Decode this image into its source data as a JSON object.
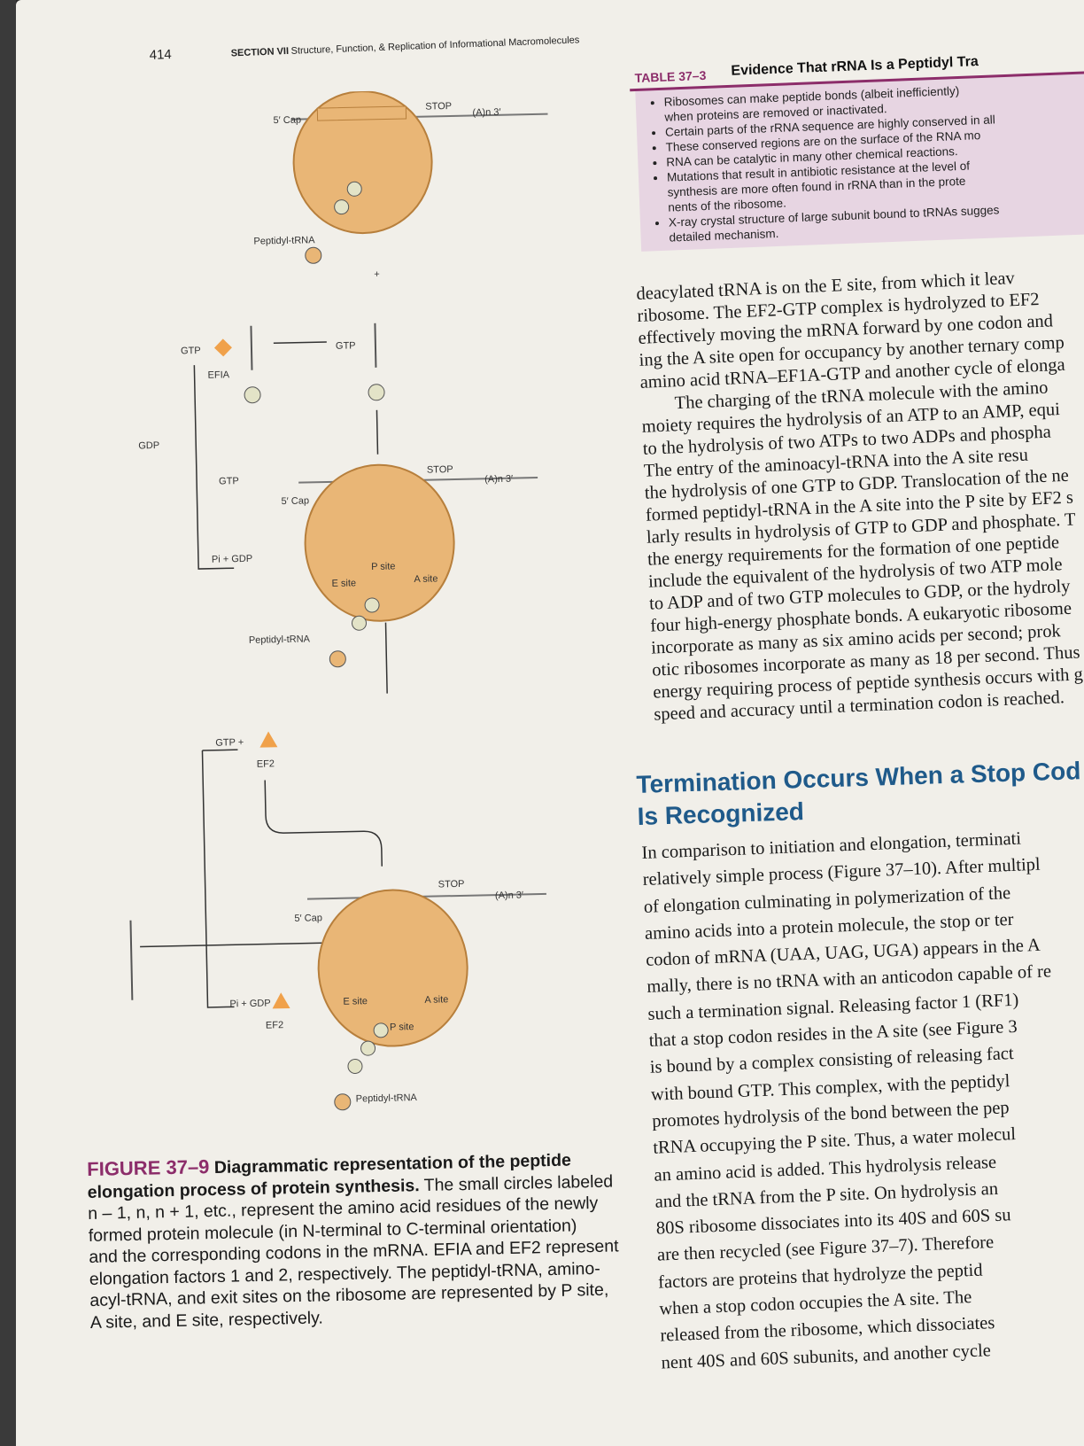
{
  "header": {
    "page_number": "414",
    "section": "SECTION VII",
    "section_title": "Structure, Function, & Replication of Informational Macromolecules"
  },
  "table": {
    "label": "TABLE 37–3",
    "title": "Evidence That rRNA Is a Peptidyl Tra",
    "items": [
      "Ribosomes can make peptide bonds (albeit inefficiently)",
      "when proteins are removed or inactivated.",
      "Certain parts of the rRNA sequence are highly conserved in all",
      "These conserved regions are on the surface of the RNA mo",
      "RNA can be catalytic in many other chemical reactions.",
      "Mutations that result in antibiotic resistance at the level of",
      "synthesis are more often found in rRNA than in the prote",
      "nents of the ribosome.",
      "X-ray crystal structure of large subunit bound to tRNAs sugges",
      "detailed mechanism."
    ]
  },
  "body1": [
    "deacylated tRNA is on the E site, from which it leav",
    "ribosome. The EF2-GTP complex is hydrolyzed to EF2",
    "effectively moving the mRNA forward by one codon and",
    "ing the A site open for occupancy by another ternary comp",
    "amino acid tRNA–EF1A-GTP and another cycle of elonga",
    "The charging of the tRNA molecule with the amino",
    "moiety requires the hydrolysis of an ATP to an AMP, equi",
    "to the hydrolysis of two ATPs to two ADPs and phospha",
    "The entry of the aminoacyl-tRNA into the A site resu",
    "the hydrolysis of one GTP to GDP. Translocation of the ne",
    "formed peptidyl-tRNA in the A site into the P site by EF2 s",
    "larly results in hydrolysis of GTP to GDP and phosphate. T",
    "the energy requirements for the formation of one peptide",
    "include the equivalent of the hydrolysis of two ATP mole",
    "to ADP and of two GTP molecules to GDP, or the hydroly",
    "four high-energy phosphate bonds. A eukaryotic ribosome",
    "incorporate as many as six amino acids per second; prok",
    "otic ribosomes incorporate as many as 18 per second. Thus",
    "energy requiring process of peptide synthesis occurs with g",
    "speed and accuracy until a termination codon is reached."
  ],
  "heading": [
    "Termination Occurs When a Stop Cod",
    "Is Recognized"
  ],
  "body2": [
    "In comparison to initiation and elongation, terminati",
    "relatively simple process (Figure 37–10). After multipl",
    "of elongation culminating in polymerization of the",
    "amino acids into a protein molecule, the stop or ter",
    "codon of mRNA (UAA, UAG, UGA) appears in the A",
    "mally, there is no tRNA with an anticodon capable of re",
    "such a termination signal. Releasing factor 1 (RF1)",
    "that a stop codon resides in the A site (see Figure 3",
    "is bound by a complex consisting of releasing fact",
    "with bound GTP. This complex, with the peptidyl",
    "promotes hydrolysis of the bond between the pep",
    "tRNA occupying the P site. Thus, a water molecul",
    "an amino acid is added. This hydrolysis release",
    "and the tRNA from the P site. On hydrolysis an",
    "80S ribosome dissociates into its 40S and 60S su",
    "are then recycled (see Figure 37–7). Therefore",
    "factors are proteins that hydrolyze the peptid",
    "when a stop codon occupies the A site. The",
    "released from the ribosome, which dissociates",
    "nent 40S and 60S subunits, and another cycle"
  ],
  "figure": {
    "labels": {
      "cap5": "5′ Cap",
      "stop": "STOP",
      "polyA": "(A)n 3′",
      "peptidyl": "Peptidyl-tRNA",
      "gtp": "GTP",
      "gdp": "GDP",
      "efia": "EFIA",
      "pi_gdp": "Pi + GDP",
      "gtp_plus": "GTP +",
      "ef2": "EF2",
      "p_site": "P site",
      "a_site": "A site",
      "e_site": "E site",
      "plus": "+"
    }
  },
  "caption": {
    "label": "FIGURE 37–9",
    "bold": "Diagrammatic representation of the peptide",
    "bold2": "elongation process of protein synthesis.",
    "lines": [
      " The small circles labeled",
      "n – 1, n, n + 1, etc., represent the amino acid residues of the newly",
      "formed protein molecule (in N-terminal to C-terminal orientation)",
      "and the corresponding codons in the mRNA. EFIA and EF2 represent",
      "elongation factors 1 and 2, respectively. The peptidyl-tRNA, amino-",
      "acyl-tRNA, and exit sites on the ribosome are represented by P site,",
      "A site, and E site, respectively."
    ]
  },
  "colors": {
    "ribosome": "#e9b676",
    "ribosome_stroke": "#b77f3c",
    "gtp_factor": "#f0a14a",
    "figure_label": "#8c2d6a",
    "heading": "#1f5a8a"
  }
}
